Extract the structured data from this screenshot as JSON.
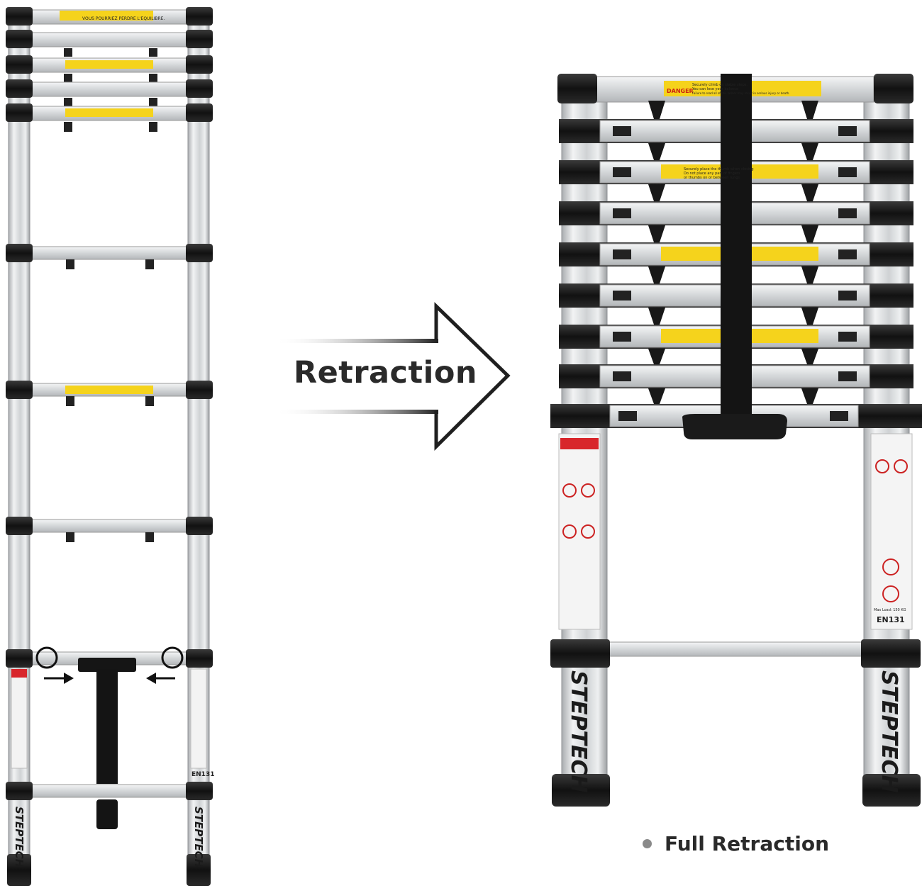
{
  "arrow_label": "Retraction",
  "caption": {
    "text": "Full Retraction"
  },
  "brand": "STEPTECH",
  "standard": "EN131",
  "warnings": {
    "danger_label": "DANGER",
    "danger_top_text": "VOUS POURRIEZ PERDRE L'EQUILIBRE.",
    "retracted_danger_lines": [
      "Securely climb on stable steps.",
      "You can lose your balance",
      "Failure to read all of this ladder may result in serious injury or death."
    ],
    "rung_warning_lines": [
      "Securely place the thumb when closing",
      "Do not place any part of fingers",
      "or thumbs on or between rungs"
    ]
  },
  "load_label": "Max Load: 150 KG",
  "colors": {
    "aluminum": "#d7d9db",
    "black_cap": "#1b1b1b",
    "warning_yellow": "#f5d31c",
    "label_red": "#d8262b",
    "arrow_stroke": "#1f1f1f"
  },
  "icons": [
    "pinch-warning-icon",
    "arrow-right-icon",
    "strap-icon",
    "safety-pictogram-icon"
  ]
}
